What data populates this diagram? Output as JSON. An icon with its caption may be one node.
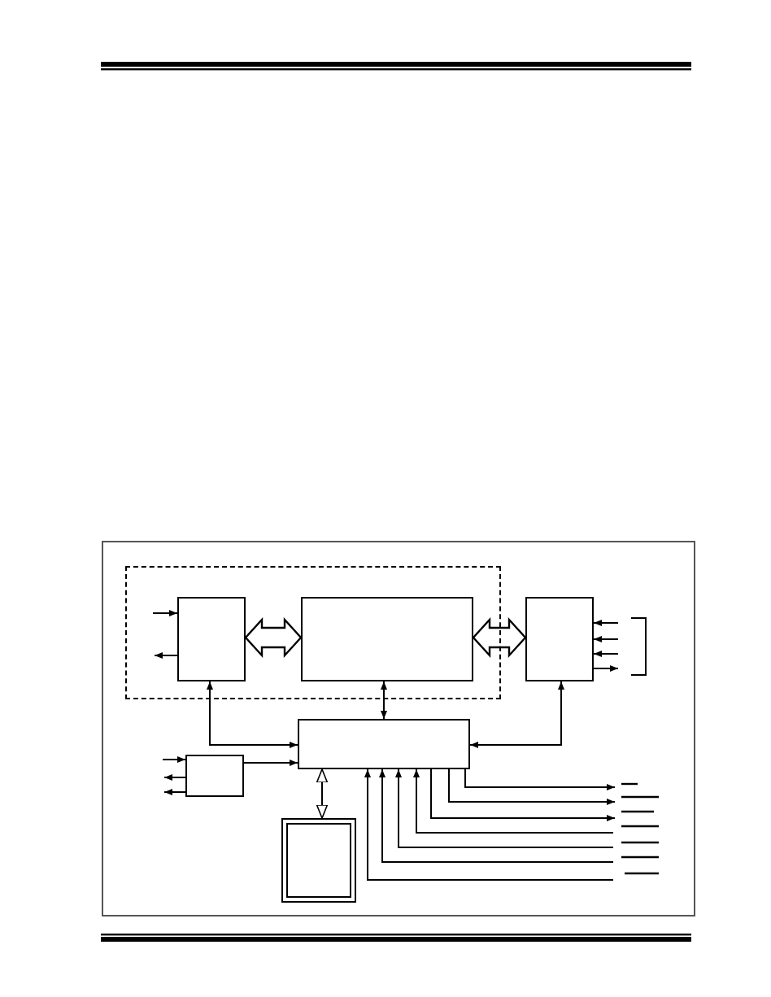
{
  "diagram": {
    "nodes": [
      {
        "text": [],
        "shape": "box"
      },
      {
        "text": [],
        "shape": "box",
        "in": 0
      },
      {
        "text": [],
        "shape": "box",
        "in": 0
      },
      {
        "text": [],
        "shape": "box"
      },
      {
        "text": [],
        "shape": "box"
      },
      {
        "text": [],
        "shape": "box"
      },
      {
        "text": [],
        "shape": "box"
      }
    ],
    "edges": [
      {
        "from": 1,
        "to": 2,
        "arrow": "both",
        "style": "thick"
      },
      {
        "from": 2,
        "to": 3,
        "arrow": "both",
        "style": "thick"
      },
      {
        "from": null,
        "to": 1,
        "arrow": "to"
      },
      {
        "from": 1,
        "to": null,
        "arrow": "to"
      },
      {
        "from": null,
        "to": 3,
        "arrow": "to"
      },
      {
        "from": null,
        "to": 3,
        "arrow": "to"
      },
      {
        "from": null,
        "to": 3,
        "arrow": "to"
      },
      {
        "from": 3,
        "to": null,
        "arrow": "to"
      },
      {
        "from": 1,
        "to": 4,
        "arrow": "both"
      },
      {
        "from": 2,
        "to": 4,
        "arrow": "both"
      },
      {
        "from": 3,
        "to": 4,
        "arrow": "both"
      },
      {
        "from": 5,
        "to": 4,
        "arrow": "to"
      },
      {
        "from": null,
        "to": 5,
        "arrow": "to"
      },
      {
        "from": 5,
        "to": null,
        "arrow": "to"
      },
      {
        "from": 5,
        "to": null,
        "arrow": "to"
      },
      {
        "from": 4,
        "to": 6,
        "arrow": "both"
      },
      {
        "from": 4,
        "to": null,
        "arrow": "to"
      },
      {
        "from": 4,
        "to": null,
        "arrow": "to"
      },
      {
        "from": 4,
        "to": null,
        "arrow": "to"
      },
      {
        "from": null,
        "to": 4,
        "arrow": "to"
      },
      {
        "from": null,
        "to": 4,
        "arrow": "to"
      },
      {
        "from": null,
        "to": 4,
        "arrow": "to"
      },
      {
        "from": null,
        "to": 4,
        "arrow": "to"
      }
    ]
  }
}
